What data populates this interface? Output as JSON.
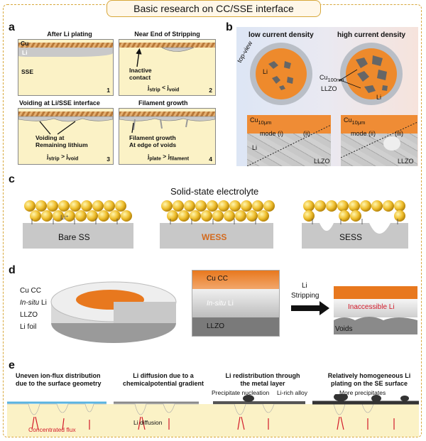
{
  "title": "Basic research on CC/SSE interface",
  "a": {
    "label": "a",
    "p1": {
      "title": "After Li plating",
      "cu": "Cu",
      "li": "Li",
      "sse": "SSE",
      "num": "1"
    },
    "p2": {
      "title": "Near End of Stripping",
      "note1": "Inactive",
      "note2": "contact",
      "eq_a": "j",
      "eq_a_sub": "strip",
      "eq_op": " < j",
      "eq_b_sub": "void",
      "num": "2"
    },
    "p3": {
      "title": "Voiding at Li/SSE interface",
      "note1": "Voiding at",
      "note2": "Remaining lithium",
      "eq_a": "j",
      "eq_a_sub": "strip",
      "eq_op": " > j",
      "eq_b_sub": "void",
      "num": "3"
    },
    "p4": {
      "title": "Filament growth",
      "note1": "Filament growth",
      "note2": "At edge of voids",
      "eq_a": "j",
      "eq_a_sub": "plate",
      "eq_op": " > j",
      "eq_b_sub": "filament",
      "num": "4"
    }
  },
  "b": {
    "label": "b",
    "low": "low current density",
    "high": "high current density",
    "topview": "top-view",
    "li": "Li",
    "cu100": "Cu",
    "cu100_sub": "100nm",
    "llzo": "LLZO",
    "li_right": "Li",
    "cu10": "Cu",
    "cu10_sub": "10μm",
    "mode_i": "mode (i)",
    "mode_ii": "(ii)",
    "mode_ii_r": "mode (ii)",
    "mode_iii": "(iii)",
    "li_bottom": "Li",
    "llzo_bottom_l": "LLZO",
    "llzo_bottom_r": "LLZO"
  },
  "c": {
    "label": "c",
    "center_title": "Solid-state electrolyte",
    "li_ion": "Li⁺",
    "bare": "Bare SS",
    "wess": "WESS",
    "sess": "SESS"
  },
  "d": {
    "label": "d",
    "cu_cc": "Cu CC",
    "insitu": "In-situ",
    "insitu_li": " Li",
    "llzo": "LLZO",
    "li_foil": "Li foil",
    "zoom_cu": "Cu CC",
    "zoom_insitu": "In-situ",
    "zoom_insitu_li": " Li",
    "zoom_llzo": "LLZO",
    "arrow_1": "Li",
    "arrow_2": "Stripping",
    "inaccessible": "Inaccessible Li",
    "voids": "Voids"
  },
  "e": {
    "label": "e",
    "h1a": "Uneven ion-flux distribution",
    "h1b": "due to the surface geometry",
    "h2a": "Li diffusion due to a",
    "h2b": "chemicalpotential gradient",
    "h3a": "Li redistribution through",
    "h3b": "the metal layer",
    "h4a": "Relatively homogeneous Li",
    "h4b": "plating on the SE surface",
    "concentrated": "Concentrated flux",
    "diffusion": "Li diffusion",
    "precip_nuc": "Precipitate nucleation",
    "li_alloy": "Li-rich alloy",
    "more_precip": "More precipitates"
  },
  "colors": {
    "accent_frame": "#d7a73a",
    "copper": "#e3b071",
    "sse": "#fbf2c6",
    "orange": "#e8781e",
    "red": "#d21a2a"
  }
}
